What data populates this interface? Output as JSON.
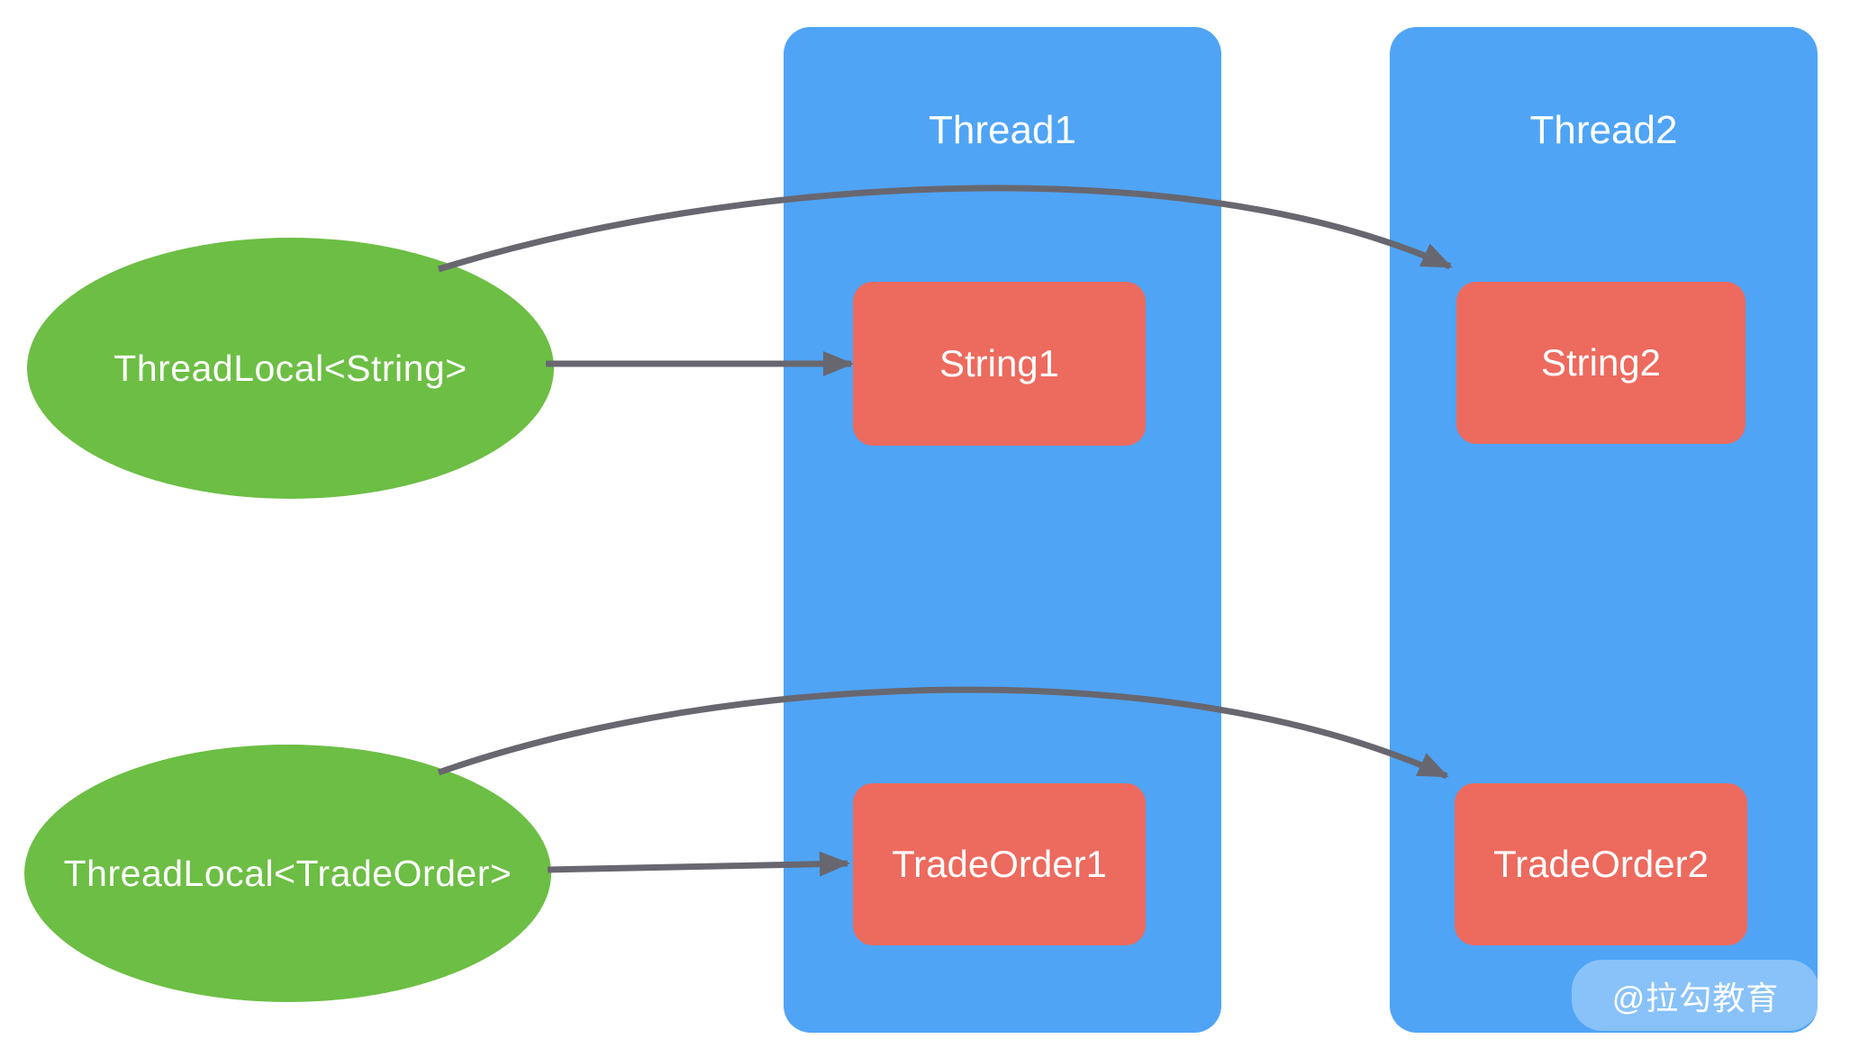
{
  "diagram": {
    "threadlocals": [
      {
        "label": "ThreadLocal<String>"
      },
      {
        "label": "ThreadLocal<TradeOrder>"
      }
    ],
    "threads": [
      {
        "title": "Thread1",
        "objects": [
          {
            "label": "String1"
          },
          {
            "label": "TradeOrder1"
          }
        ]
      },
      {
        "title": "Thread2",
        "objects": [
          {
            "label": "String2"
          },
          {
            "label": "TradeOrder2"
          }
        ]
      }
    ],
    "arrows": [
      {
        "from": "ThreadLocal<String>",
        "to": "String1"
      },
      {
        "from": "ThreadLocal<String>",
        "to": "String2"
      },
      {
        "from": "ThreadLocal<TradeOrder>",
        "to": "TradeOrder1"
      },
      {
        "from": "ThreadLocal<TradeOrder>",
        "to": "TradeOrder2"
      }
    ],
    "watermark": "@拉勾教育",
    "colors": {
      "ellipse_green": "#6CBE44",
      "thread_blue": "#4FA4F6",
      "object_red": "#ED6A5E",
      "arrow_gray": "#68676F",
      "text_white": "#FFFFFF",
      "watermark_bg": "rgba(255,255,255,0.33)"
    }
  }
}
